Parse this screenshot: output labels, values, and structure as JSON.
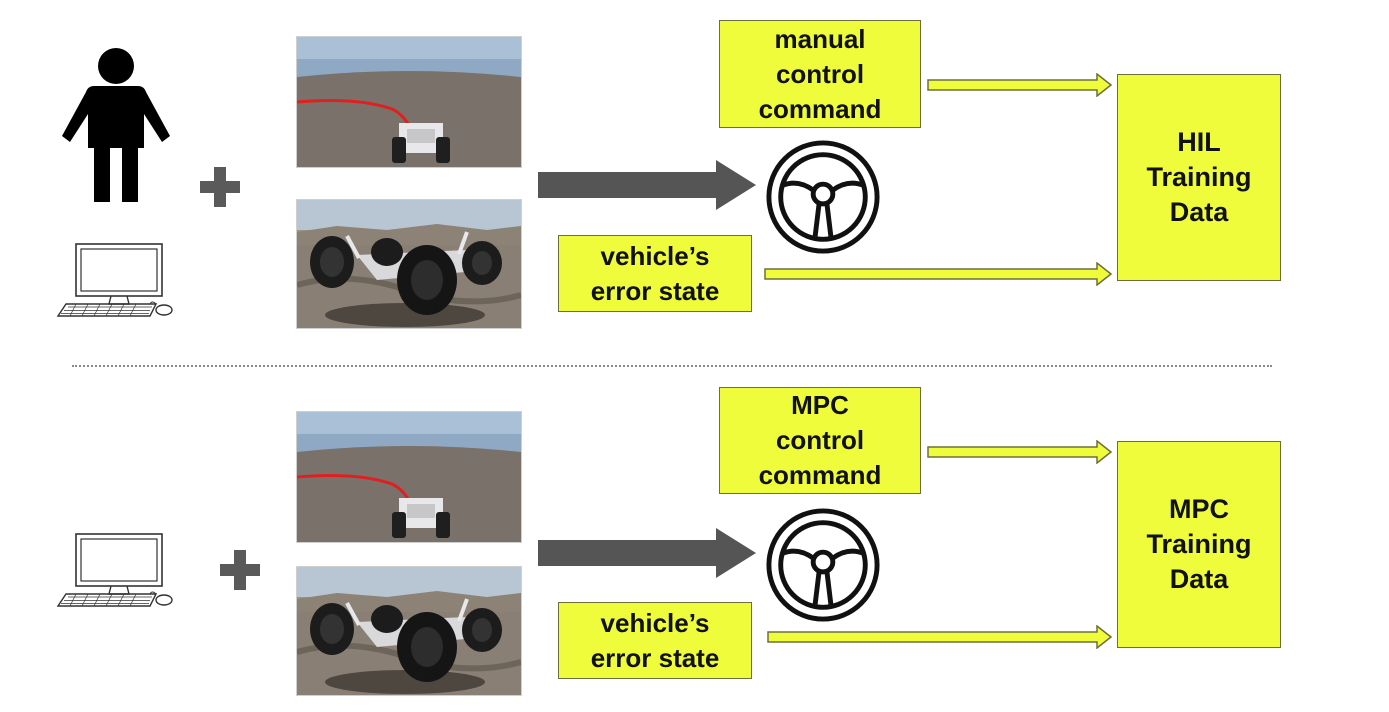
{
  "top_panel": {
    "command_box": [
      "manual",
      "control",
      "command"
    ],
    "error_box": [
      "vehicle’s",
      "error state"
    ],
    "training_box": [
      "HIL",
      "Training",
      "Data"
    ]
  },
  "bottom_panel": {
    "command_box": [
      "MPC",
      "control",
      "command"
    ],
    "error_box": [
      "vehicle’s",
      "error state"
    ],
    "training_box": [
      "MPC",
      "Training",
      "Data"
    ]
  },
  "icons": {
    "person": "person-icon",
    "computer": "desktop-computer-icon",
    "plus": "plus-icon",
    "steering": "steering-wheel-icon",
    "scene_camera": "simulated-camera-view",
    "scene_rover": "simulated-rover-view"
  },
  "colors": {
    "box_fill": "#eefc3c",
    "arrow_dark": "#555555",
    "arrow_light": "#eefc3c",
    "path_red": "#e02020"
  }
}
